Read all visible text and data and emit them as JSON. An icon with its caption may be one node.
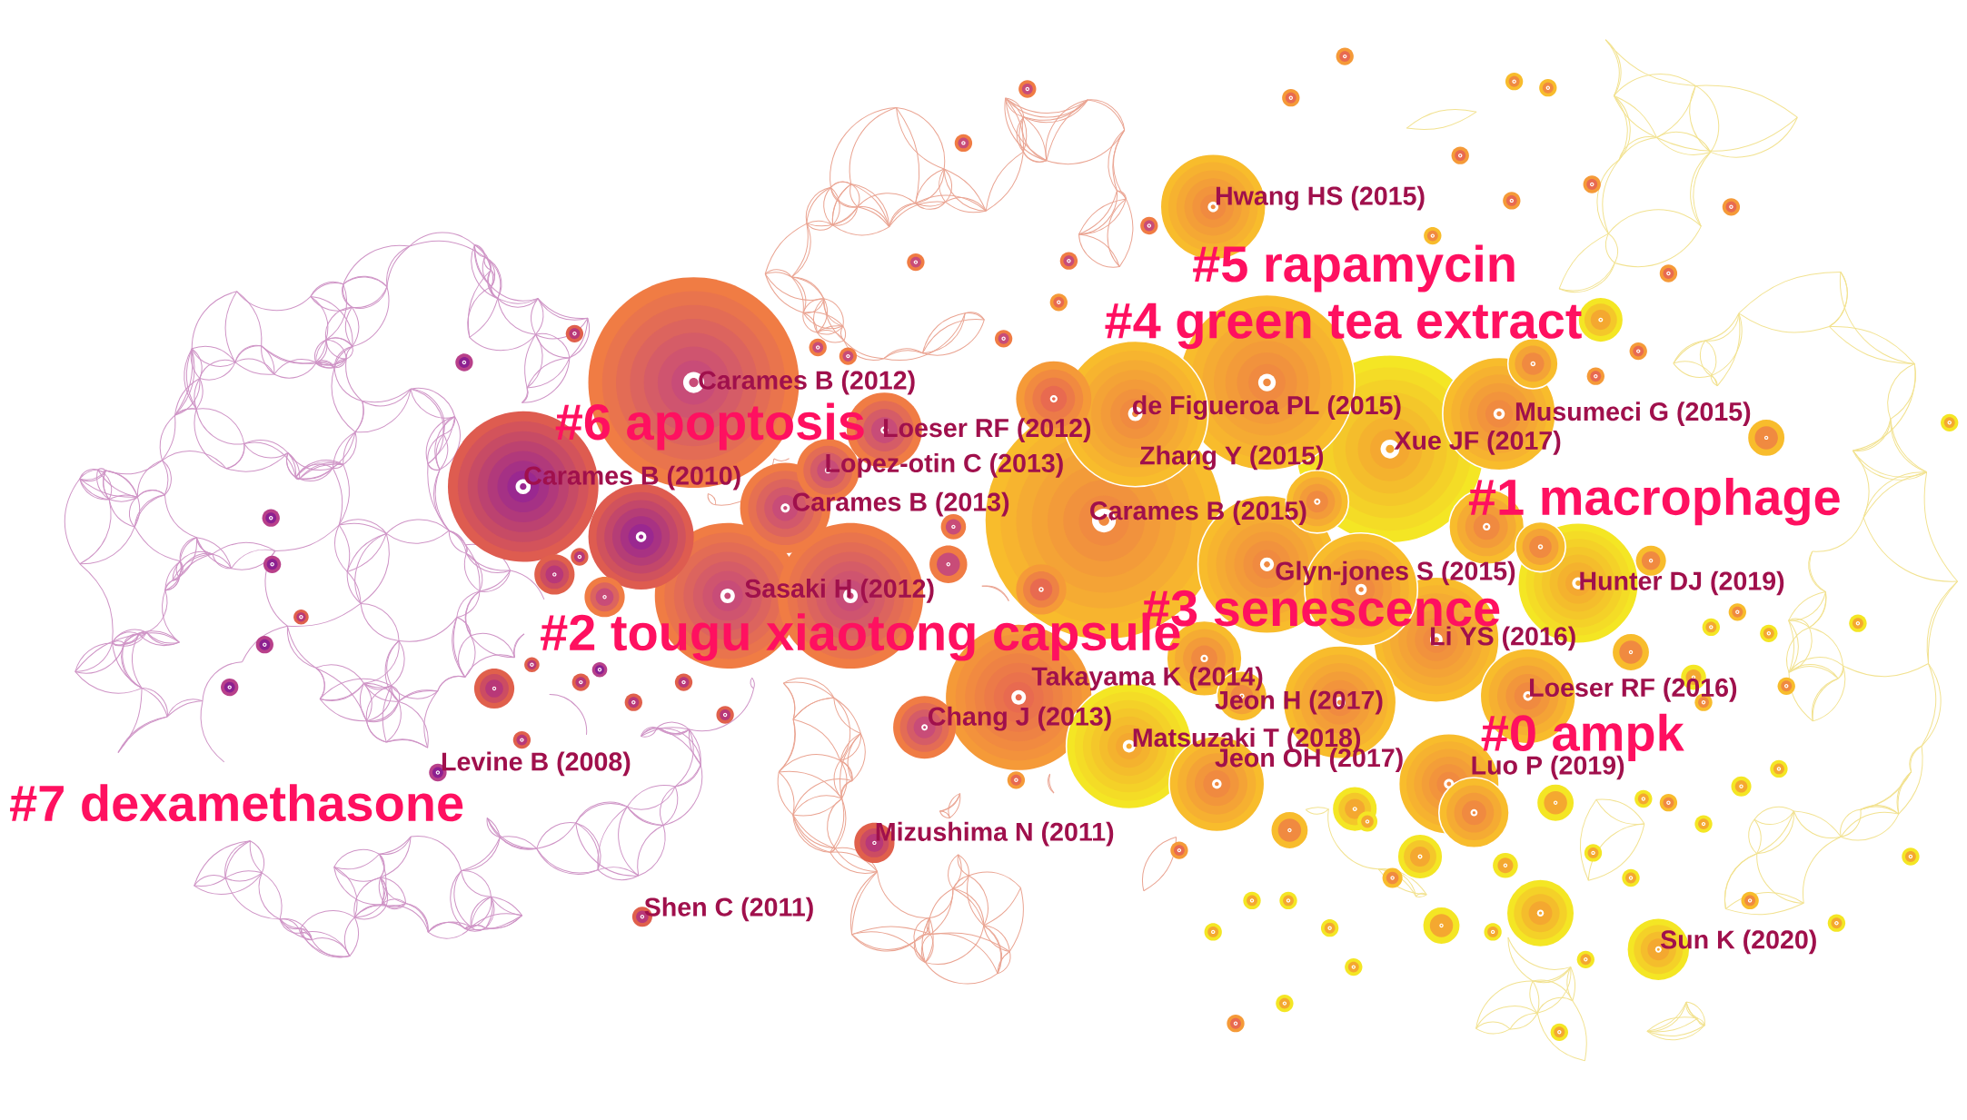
{
  "diagram": {
    "labels": [
      "Hwang HS (2015)",
      "#5 rapamycin",
      "#4 green tea extract",
      "Carames B (2012)",
      "de Figueroa PL (2015)",
      "Musumeci G (2015)",
      "#6 apoptosis",
      "Loeser RF (2012)",
      "Xue JF (2017)",
      "Zhang Y (2015)",
      "Lopez-otin C (2013)",
      "Carames B (2010)",
      "#1 macrophage",
      "Carames B (2013)",
      "Carames B (2015)",
      "Glyn-jones S (2015)",
      "Hunter DJ (2019)",
      "Sasaki H (2012)",
      "#3 senescence",
      "#2 tougu xiaotong capsule",
      "Li YS (2016)",
      "Takayama K (2014)",
      "Loeser RF (2016)",
      "Jeon H (2017)",
      "Chang J (2013)",
      "#0 ampk",
      "Matsuzaki T (2018)",
      "Levine B (2008)",
      "Jeon OH (2017)",
      "Luo P (2019)",
      "#7 dexamethasone",
      "Mizushima N (2011)",
      "Shen C (2011)",
      "Sun K (2020)"
    ]
  }
}
